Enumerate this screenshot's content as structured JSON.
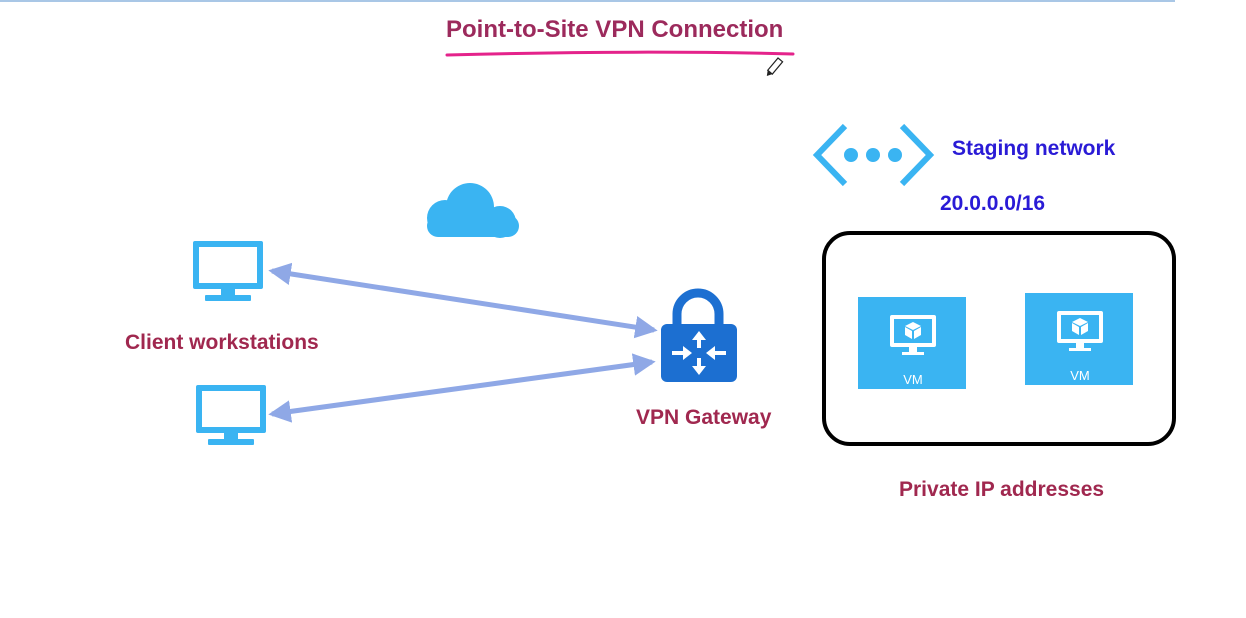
{
  "title": "Point-to-Site VPN Connection",
  "clients": {
    "label": "Client workstations",
    "icon": "monitor-icon",
    "count": 2
  },
  "gateway": {
    "label": "VPN Gateway",
    "icon": "vpn-gateway-lock-icon"
  },
  "cloud": {
    "icon": "cloud-icon"
  },
  "staging_network": {
    "icon": "virtual-network-icon",
    "name": "Staging network",
    "cidr": "20.0.0.0/16"
  },
  "private_network": {
    "label": "Private IP addresses",
    "vms": [
      {
        "label": "VM",
        "icon": "virtual-machine-icon"
      },
      {
        "label": "VM",
        "icon": "virtual-machine-icon"
      }
    ]
  },
  "colors": {
    "title": "#9c2a5c",
    "label": "#a0284f",
    "network_text": "#2a1bd6",
    "azure_blue": "#3ab4f2",
    "gateway_blue": "#1c6fd1",
    "arrow": "#8fa8e6",
    "underline": "#e4238b",
    "top_border": "#a9c7e6"
  }
}
